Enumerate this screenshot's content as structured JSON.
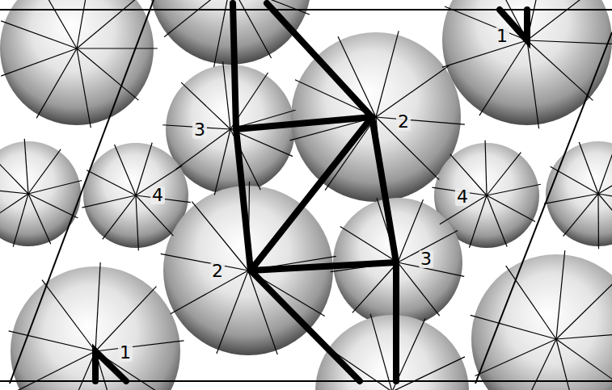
{
  "diagram": {
    "labels": [
      "1",
      "3",
      "2",
      "4",
      "4",
      "2",
      "3",
      "1"
    ]
  }
}
